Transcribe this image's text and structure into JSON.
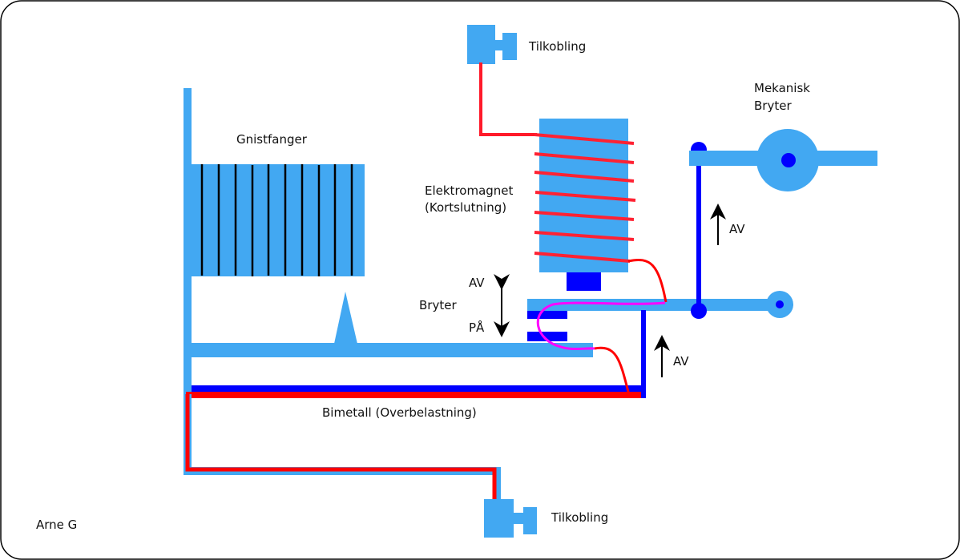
{
  "colors": {
    "frame": "#42a8f2",
    "contact": "#0000ff",
    "wire": "#ff1a2a",
    "arc_wire": "#ff00ff",
    "coil_wire": "#ff2233"
  },
  "labels": {
    "connector_top": "Tilkobling",
    "connector_bottom": "Tilkobling",
    "mechanical_switch_line1": "Mekanisk",
    "mechanical_switch_line2": "Bryter",
    "arc_chute": "Gnistfanger",
    "electromagnet_line1": "Elektromagnet",
    "electromagnet_line2": "(Kortslutning)",
    "switch_off": "AV",
    "switch": "Bryter",
    "switch_on": "PÅ",
    "mech_off": "AV",
    "bimetal_off": "AV",
    "bimetal": "Bimetall (Overbelastning)",
    "author": "Arne G"
  }
}
